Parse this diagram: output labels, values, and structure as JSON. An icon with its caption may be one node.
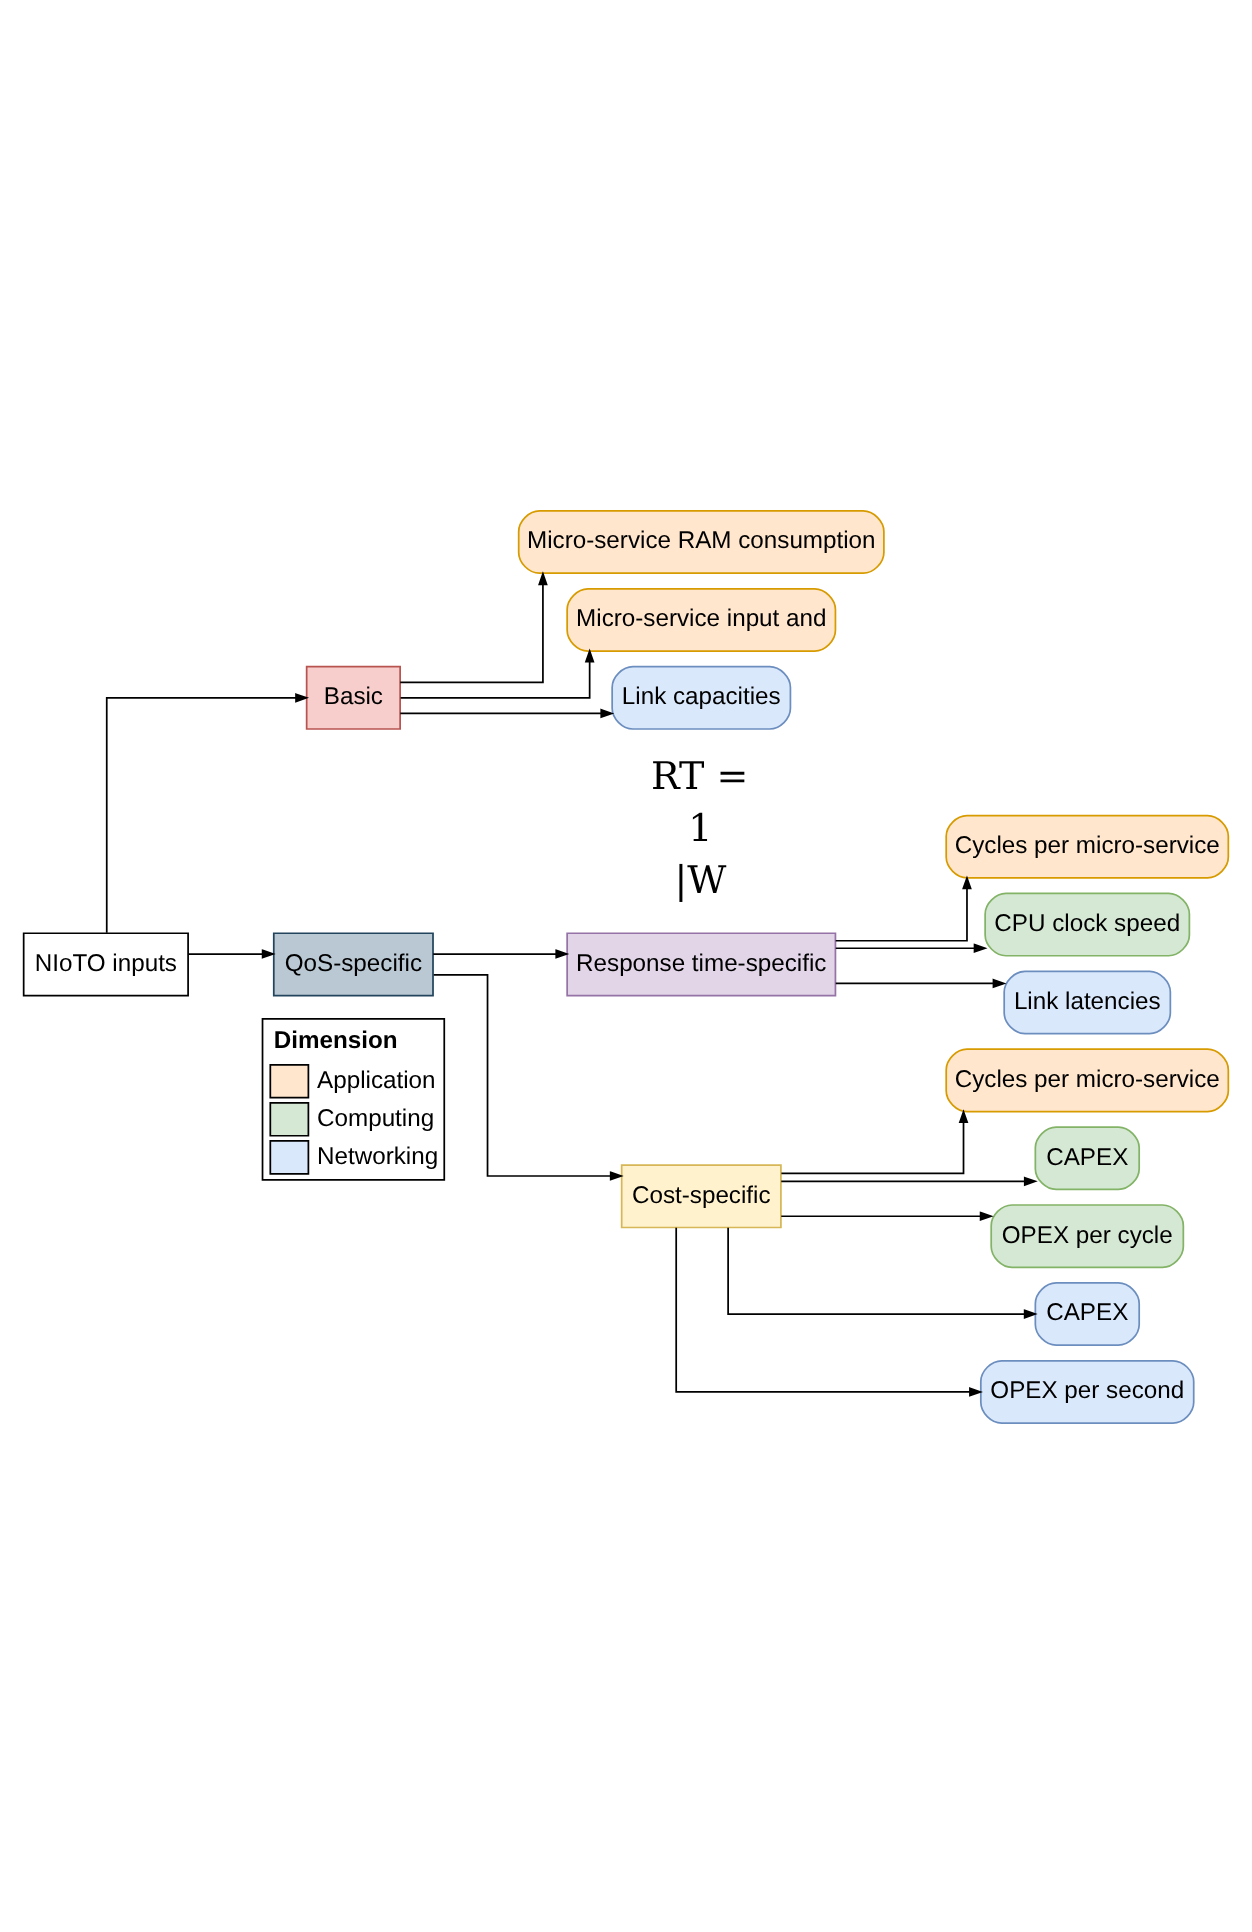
{
  "diagram": {
    "nodes": [
      {
        "text": [
          "NIoTO inputs"
        ]
      },
      {
        "text": [
          "Basic"
        ]
      },
      {
        "text": [
          "Micro-service RAM consumption"
        ]
      },
      {
        "text": [
          "Micro-service input and"
        ]
      },
      {
        "text": [
          "Link capacities"
        ]
      },
      {
        "text": [
          "QoS-specific"
        ]
      },
      {
        "text": [
          "Response time-specific"
        ]
      },
      {
        "text": [
          "Cycles per micro-service"
        ]
      },
      {
        "text": [
          "CPU clock speed"
        ]
      },
      {
        "text": [
          "Link latencies"
        ]
      },
      {
        "text": [
          "Cost-specific"
        ]
      },
      {
        "text": [
          "Cycles per micro-service"
        ]
      },
      {
        "text": [
          "CAPEX"
        ]
      },
      {
        "text": [
          "OPEX per cycle"
        ]
      },
      {
        "text": [
          "CAPEX"
        ]
      },
      {
        "text": [
          "OPEX per second"
        ]
      }
    ],
    "edges": [
      {
        "from": 0,
        "to": 1,
        "arrow": "to"
      },
      {
        "from": 0,
        "to": 5,
        "arrow": "to"
      },
      {
        "from": 1,
        "to": 2,
        "arrow": "to"
      },
      {
        "from": 1,
        "to": 3,
        "arrow": "to"
      },
      {
        "from": 1,
        "to": 4,
        "arrow": "to"
      },
      {
        "from": 5,
        "to": 6,
        "arrow": "to"
      },
      {
        "from": 5,
        "to": 10,
        "arrow": "to"
      },
      {
        "from": 6,
        "to": 7,
        "arrow": "to"
      },
      {
        "from": 6,
        "to": 8,
        "arrow": "to"
      },
      {
        "from": 6,
        "to": 9,
        "arrow": "to"
      },
      {
        "from": 10,
        "to": 11,
        "arrow": "to"
      },
      {
        "from": 10,
        "to": 12,
        "arrow": "to"
      },
      {
        "from": 10,
        "to": 13,
        "arrow": "to"
      },
      {
        "from": 10,
        "to": 14,
        "arrow": "to"
      },
      {
        "from": 10,
        "to": 15,
        "arrow": "to"
      }
    ],
    "labels": [
      "RT =",
      "1",
      "|W",
      "Dimension"
    ],
    "legend": [
      {
        "text": "Application",
        "color": "#ffe6cc"
      },
      {
        "text": "Computing",
        "color": "#d5e8d4"
      },
      {
        "text": "Networking",
        "color": "#dae8fc"
      }
    ]
  }
}
